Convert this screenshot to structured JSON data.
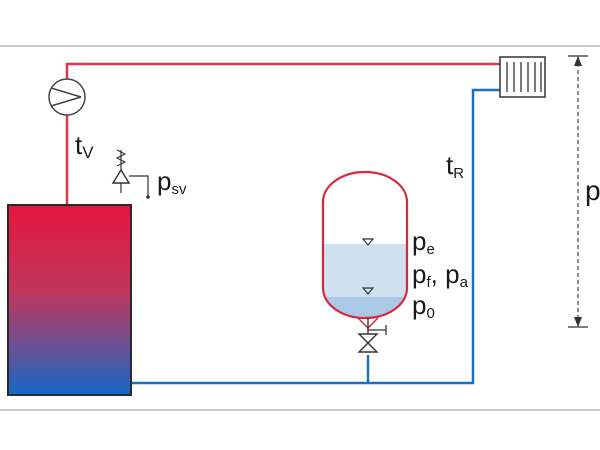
{
  "labels": {
    "flow_temp": "t",
    "flow_temp_sub": "V",
    "return_temp": "t",
    "return_temp_sub": "R",
    "safety_valve": "p",
    "safety_valve_sub": "sv",
    "p_end": "p",
    "p_end_sub": "e",
    "p_fill": "p",
    "p_fill_sub": "f",
    "p_fill_sep": ", p",
    "p_fill_sub2": "a",
    "p_pre": "p",
    "p_pre_sub": "0",
    "p_height": "p"
  },
  "colors": {
    "supply_line": "#e8334a",
    "return_line": "#1f6fbf",
    "frame": "#b8b8b8",
    "vessel_outline": "#d8283e",
    "vessel_water": "#cfe0ee",
    "vessel_water_lower": "#a9c9e6",
    "boiler_top": "#e5153e",
    "boiler_bottom": "#1268c3"
  }
}
